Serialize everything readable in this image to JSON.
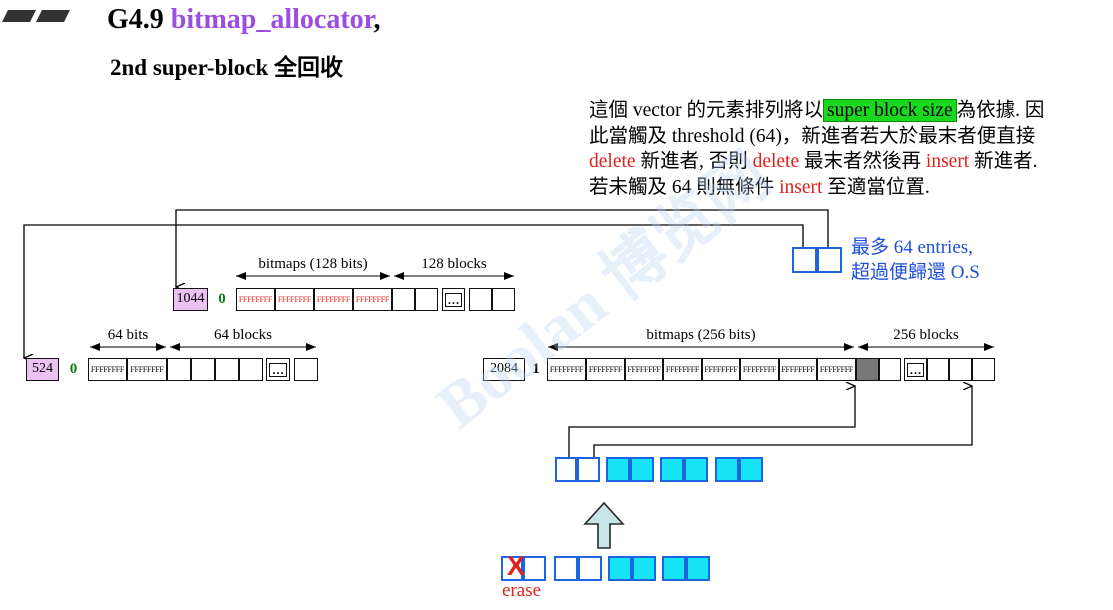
{
  "title": {
    "prefix": "G4.9",
    "name": "bitmap_allocator",
    "suffix": ","
  },
  "subtitle": "2nd super-block 全回收",
  "note": {
    "line1_a": "這個 vector 的元素排列將以",
    "line1_hl": "super block size",
    "line1_b": "為依據. 因",
    "line2": "此當觸及 threshold (64)，新進者若大於最末者便直接",
    "line3_red1": "delete",
    "line3_a": " 新進者, 否則 ",
    "line3_red2": "delete",
    "line3_b": " 最末者然後再 ",
    "line3_red3": "insert",
    "line3_c": " 新進者.",
    "line4_a": "若未觸及 64 則無條件 ",
    "line4_red": "insert",
    "line4_b": " 至適當位置."
  },
  "entries_note": {
    "line1": "最多 64 entries,",
    "line2": "超過便歸還 O.S"
  },
  "block_1044": {
    "index": "1044",
    "used": "0",
    "bitmaps_label": "bitmaps (128 bits)",
    "blocks_label": "128 blocks",
    "hex": [
      "FFFFFFFF",
      "FFFFFFFF",
      "FFFFFFFF",
      "FFFFFFFF"
    ],
    "dots": "…"
  },
  "block_524": {
    "index": "524",
    "used": "0",
    "bits_label": "64 bits",
    "blocks_label": "64 blocks",
    "hex": [
      "FFFFFFFF",
      "FFFFFFFF"
    ],
    "dots": "…"
  },
  "block_2084": {
    "index": "2084",
    "used": "1",
    "bitmaps_label": "bitmaps (256 bits)",
    "blocks_label": "256 blocks",
    "hex": [
      "FFFFFFFF",
      "FFFFFFFF",
      "FFFFFFFF",
      "FFFFFFFF",
      "FFFFFFFF",
      "FFFFFFFF",
      "FFFFFFFF",
      "FFFFFFFF"
    ],
    "dots": "…"
  },
  "erase_mark": "X",
  "erase_label": "erase",
  "watermark": "Boolan 博览网",
  "colors": {
    "purple": "#9b4ee0",
    "red": "#e3201b",
    "green": "#19d81e",
    "blue": "#1e63e0",
    "cyan": "#17e3f7",
    "pink": "#ecc2f2",
    "gray": "#777777"
  }
}
